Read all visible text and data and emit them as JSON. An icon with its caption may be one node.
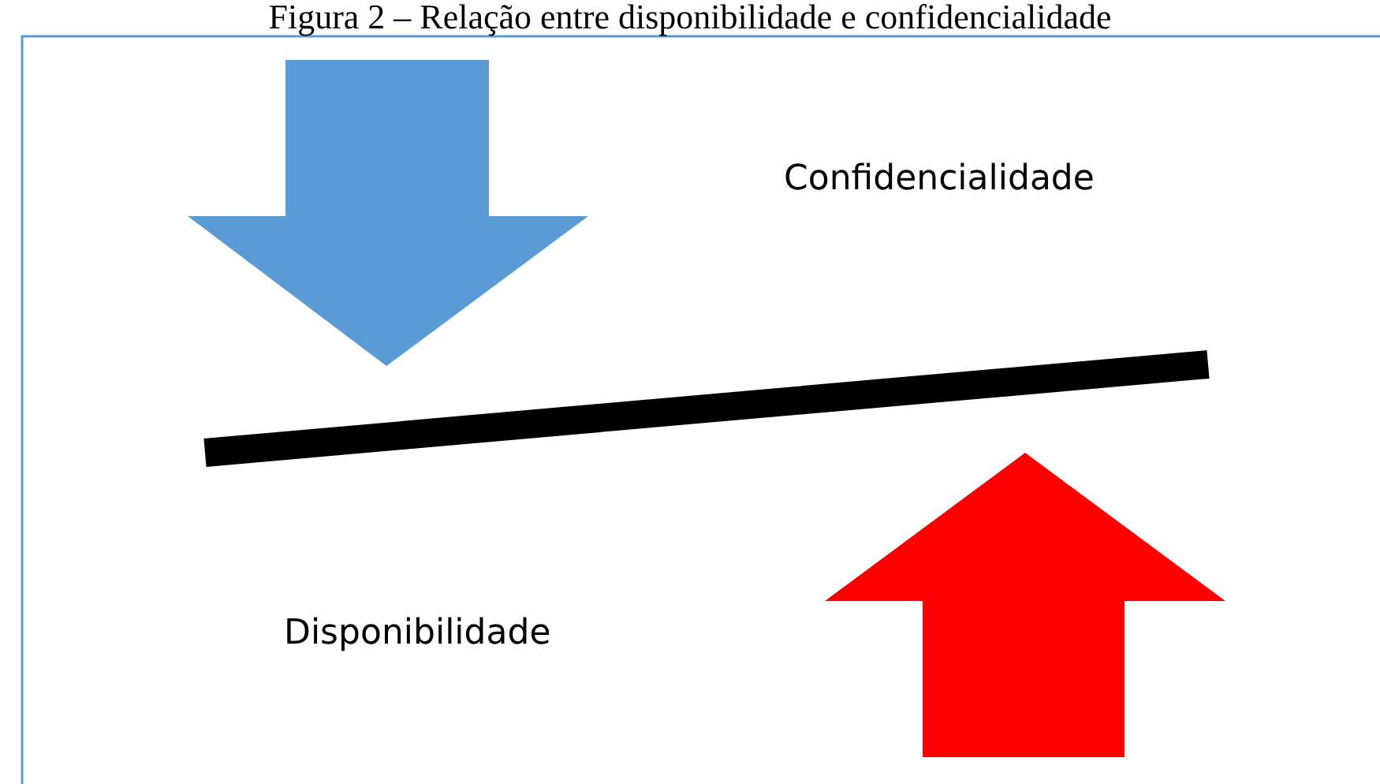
{
  "diagram": {
    "title": "Figura 2 – Relação entre disponibilidade e confidencialidade",
    "labels": [
      "Confidencialidade",
      "Disponibilidade"
    ]
  }
}
